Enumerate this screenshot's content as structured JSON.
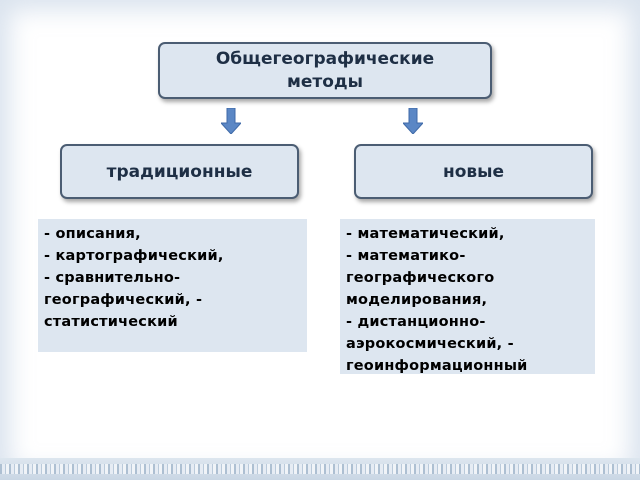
{
  "root": {
    "line1": "Общегеографические",
    "line2": "методы"
  },
  "branches": {
    "traditional": {
      "label": "традиционные",
      "items": [
        "- описания,",
        "- картографический,",
        "- сравнительно-",
        "географический, -",
        "статистический"
      ]
    },
    "new": {
      "label": "новые",
      "items": [
        "- математический,",
        "- математико-",
        "географического",
        "моделирования,",
        "- дистанционно-",
        "аэрокосмический, -",
        "геоинформационный"
      ]
    }
  },
  "colors": {
    "box_fill": "#dde6f0",
    "box_border": "#4b5d73",
    "arrow": "#5b87c5",
    "text": "#1e2f45"
  },
  "icons": {
    "connector": "down-arrow-icon"
  }
}
